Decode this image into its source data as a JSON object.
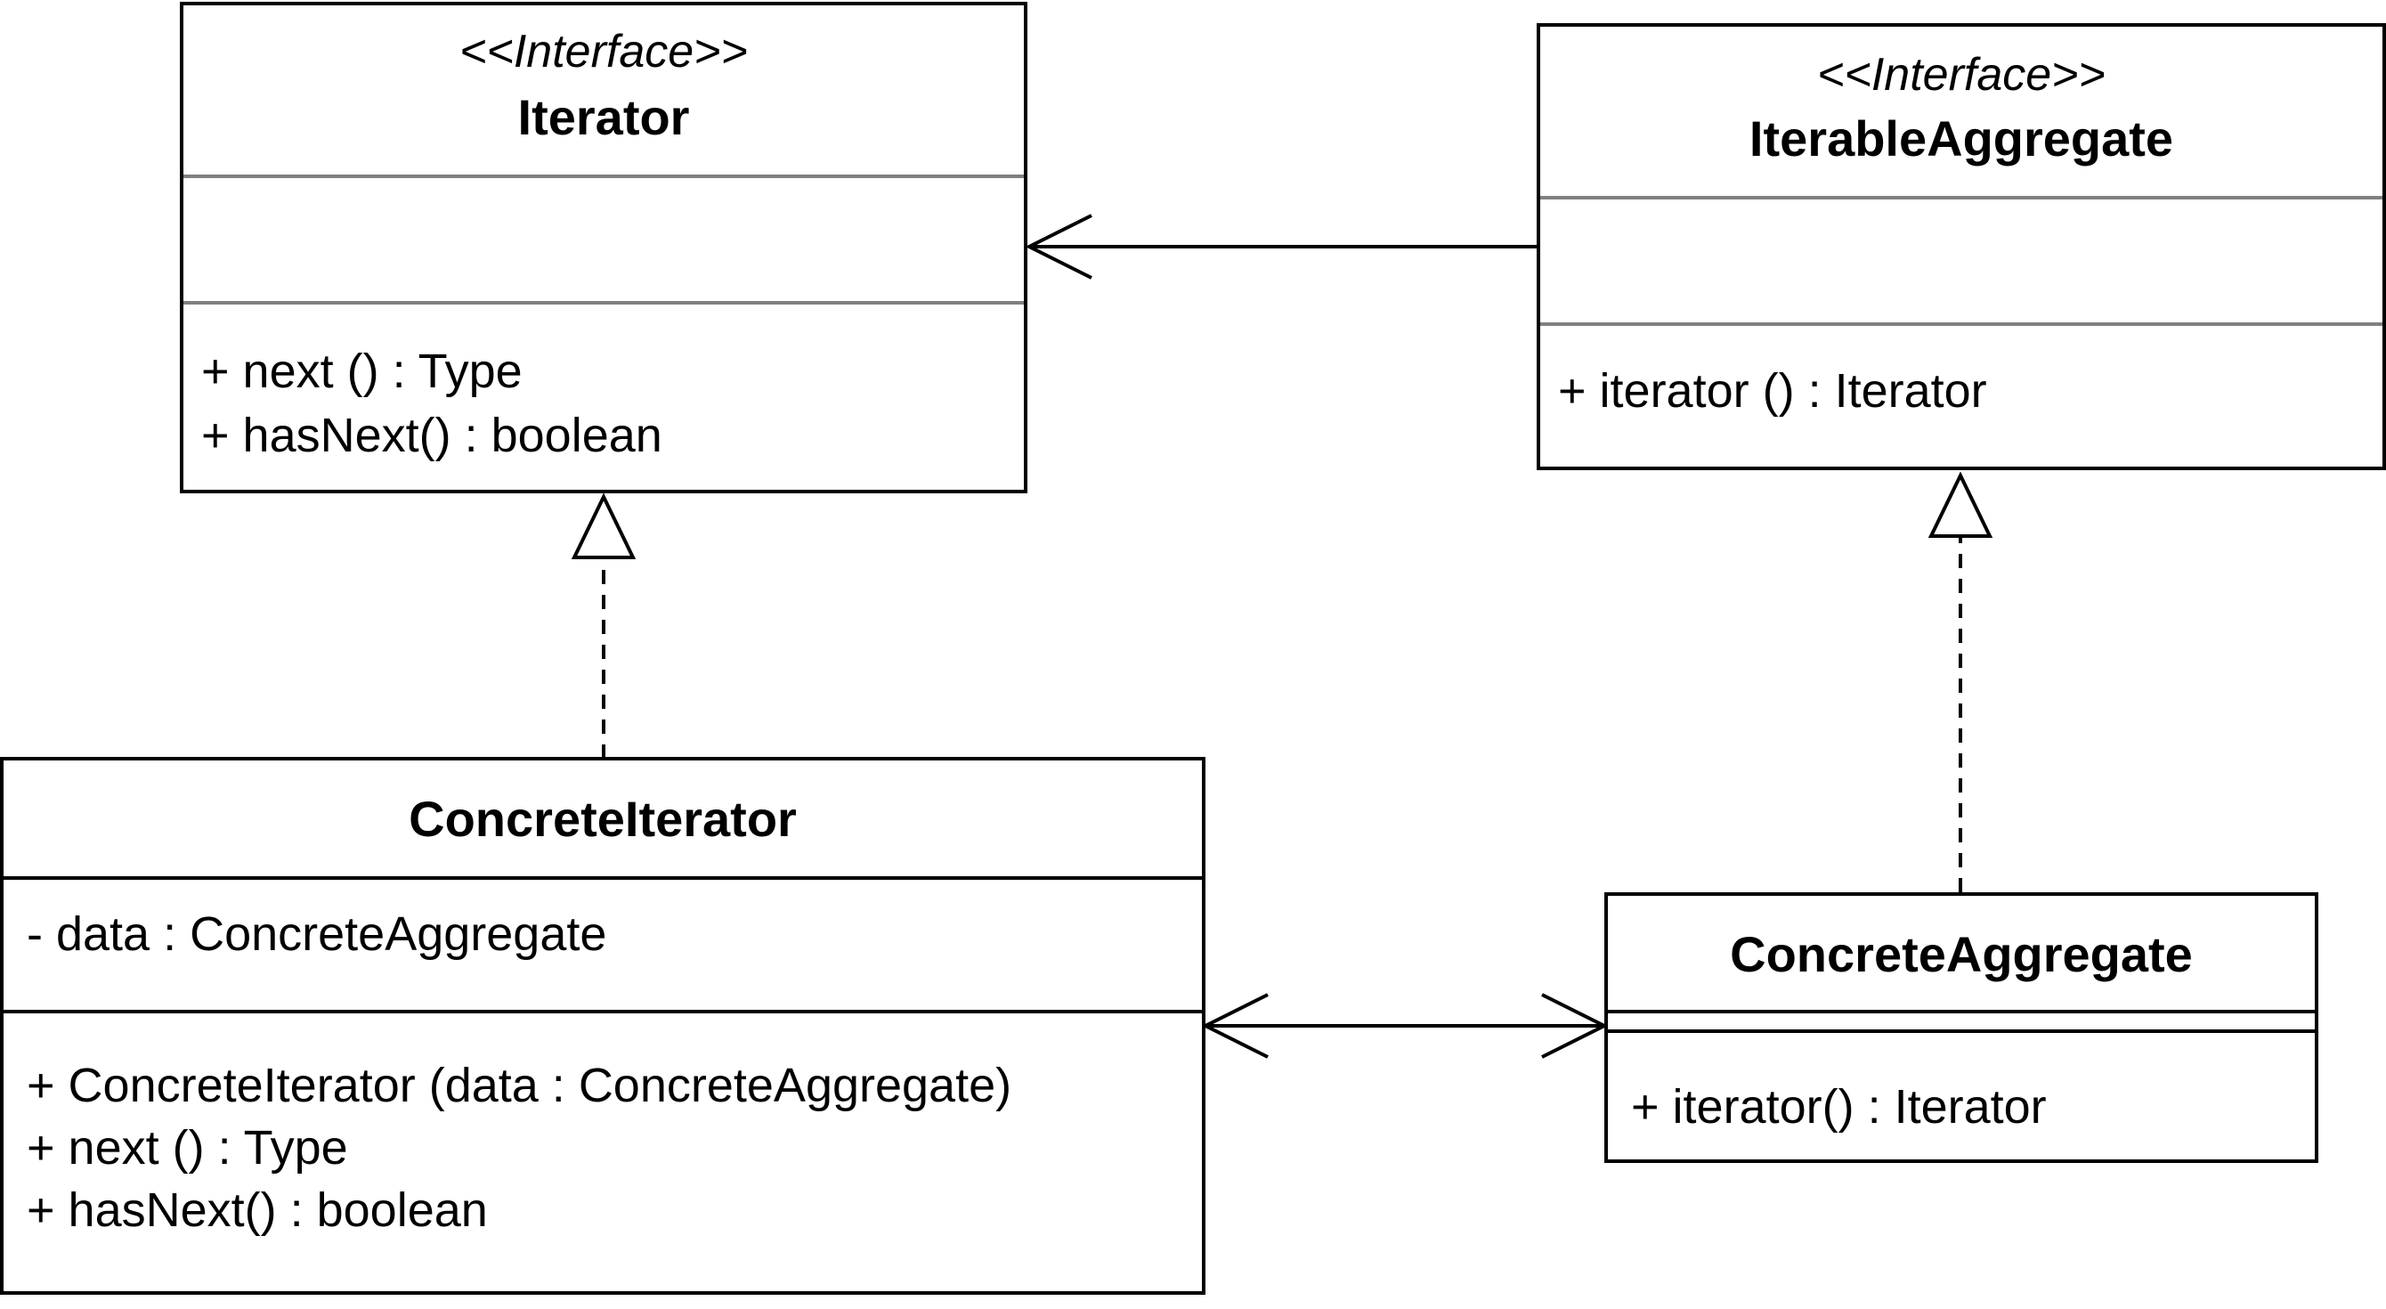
{
  "diagram": {
    "classes": {
      "iterator": {
        "stereotype": "<<Interface>>",
        "name": "Iterator",
        "attributes": [],
        "methods": [
          "+ next () : Type",
          "+ hasNext() : boolean"
        ]
      },
      "iterable_aggregate": {
        "stereotype": "<<Interface>>",
        "name": "IterableAggregate",
        "attributes": [],
        "methods": [
          "+ iterator () : Iterator"
        ]
      },
      "concrete_iterator": {
        "name": "ConcreteIterator",
        "attributes": [
          "- data : ConcreteAggregate"
        ],
        "methods": [
          "+ ConcreteIterator (data : ConcreteAggregate)",
          "+ next () : Type",
          "+ hasNext() : boolean"
        ]
      },
      "concrete_aggregate": {
        "name": "ConcreteAggregate",
        "attributes": [],
        "methods": [
          "+ iterator() : Iterator"
        ]
      }
    },
    "relationships": [
      {
        "from": "IterableAggregate",
        "to": "Iterator",
        "kind": "association",
        "arrowheads": "to"
      },
      {
        "from": "ConcreteIterator",
        "to": "Iterator",
        "kind": "realization"
      },
      {
        "from": "ConcreteAggregate",
        "to": "IterableAggregate",
        "kind": "realization"
      },
      {
        "from": "ConcreteIterator",
        "to": "ConcreteAggregate",
        "kind": "association",
        "arrowheads": "both"
      }
    ],
    "colors": {
      "line": "#000000",
      "compartment_divider": "#808080",
      "background": "#ffffff"
    }
  }
}
